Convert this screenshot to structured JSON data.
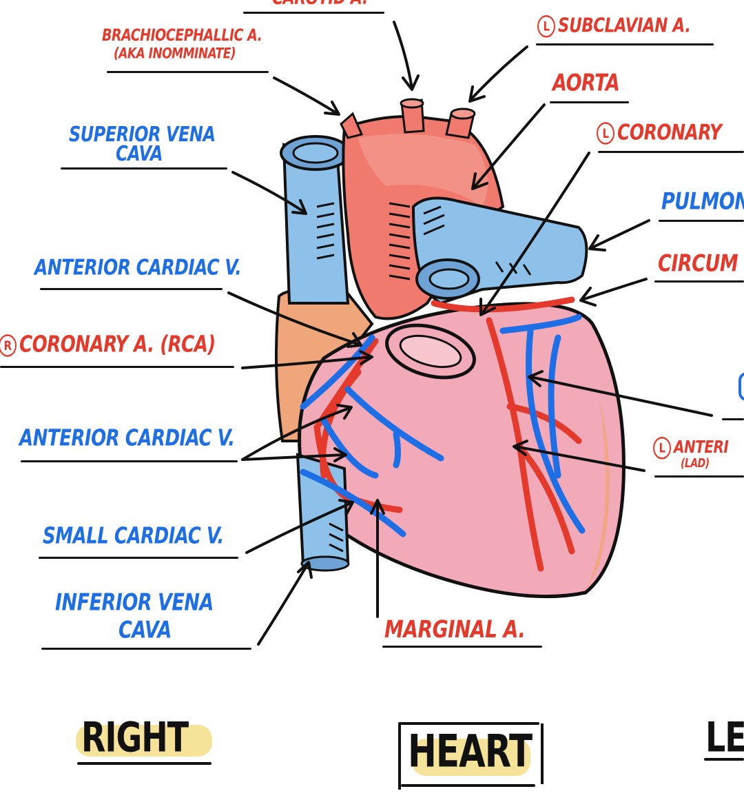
{
  "labels": {
    "carotid": "CAROTID A.",
    "l_subclavian_circle": "L",
    "l_subclavian": "SUBCLAVIAN A.",
    "brachio_1": "BRACHIOCEPHALLIC A.",
    "brachio_2": "(AKA INOMMINATE)",
    "aorta": "AORTA",
    "l_coronary_circle": "L",
    "l_coronary": "CORONARY",
    "svc_1": "SUPERIOR VENA",
    "svc_2": "CAVA",
    "pulmon": "PULMON",
    "anterior_cardiac_1": "ANTERIOR CARDIAC V.",
    "circum": "CIRCUM",
    "r_coronary_circle": "R",
    "r_coronary": "CORONARY A. (RCA)",
    "anterior_cardiac_2": "ANTERIOR CARDIAC V.",
    "l_anterior_circle": "L",
    "l_anterior": "ANTERI",
    "lad": "(LAD)",
    "small_cardiac": "SMALL CARDIAC V.",
    "ivc_1": "INFERIOR VENA",
    "ivc_2": "CAVA",
    "marginal": "MARGINAL A.",
    "right": "RIGHT",
    "heart": "HEART",
    "left": "LE"
  },
  "colors": {
    "artery": "#e43a2b",
    "vein": "#1e6fe6",
    "heart_fill": "#f2a9b8",
    "aorta_fill": "#f07a6e",
    "vein_fill": "#8ec1ea",
    "atrium_fill": "#eea67a",
    "highlight": "#f6e39a"
  }
}
